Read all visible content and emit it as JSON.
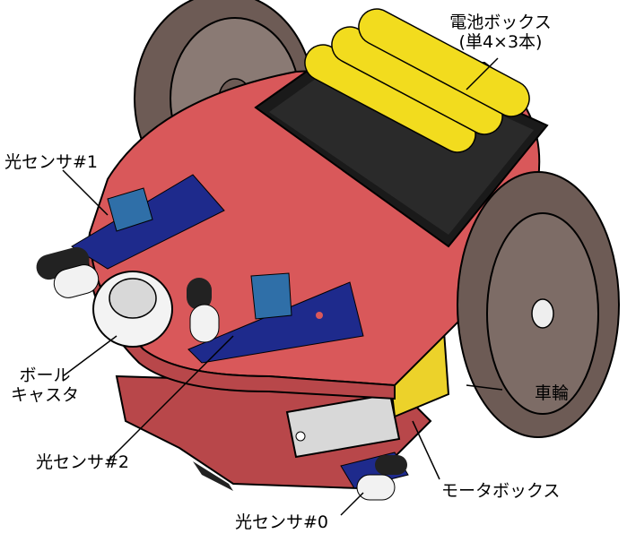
{
  "labels": {
    "battery_box_line1": "電池ボックス",
    "battery_box_line2": "(単4×3本)",
    "light_sensor_1": "光センサ#1",
    "ball_caster_line1": "ボール",
    "ball_caster_line2": "キャスタ",
    "light_sensor_2": "光センサ#2",
    "wheel": "車輪",
    "motor_box": "モータボックス",
    "light_sensor_0": "光センサ#0"
  },
  "colors": {
    "chassis": "#d9585a",
    "chassis_dark": "#b8474a",
    "wheel": "#6d5b55",
    "battery": "#f2dc1e",
    "sensor_board": "#1e2a8c",
    "sensor_chip": "#2f6fa8",
    "motor_box": "#ecd22a"
  }
}
